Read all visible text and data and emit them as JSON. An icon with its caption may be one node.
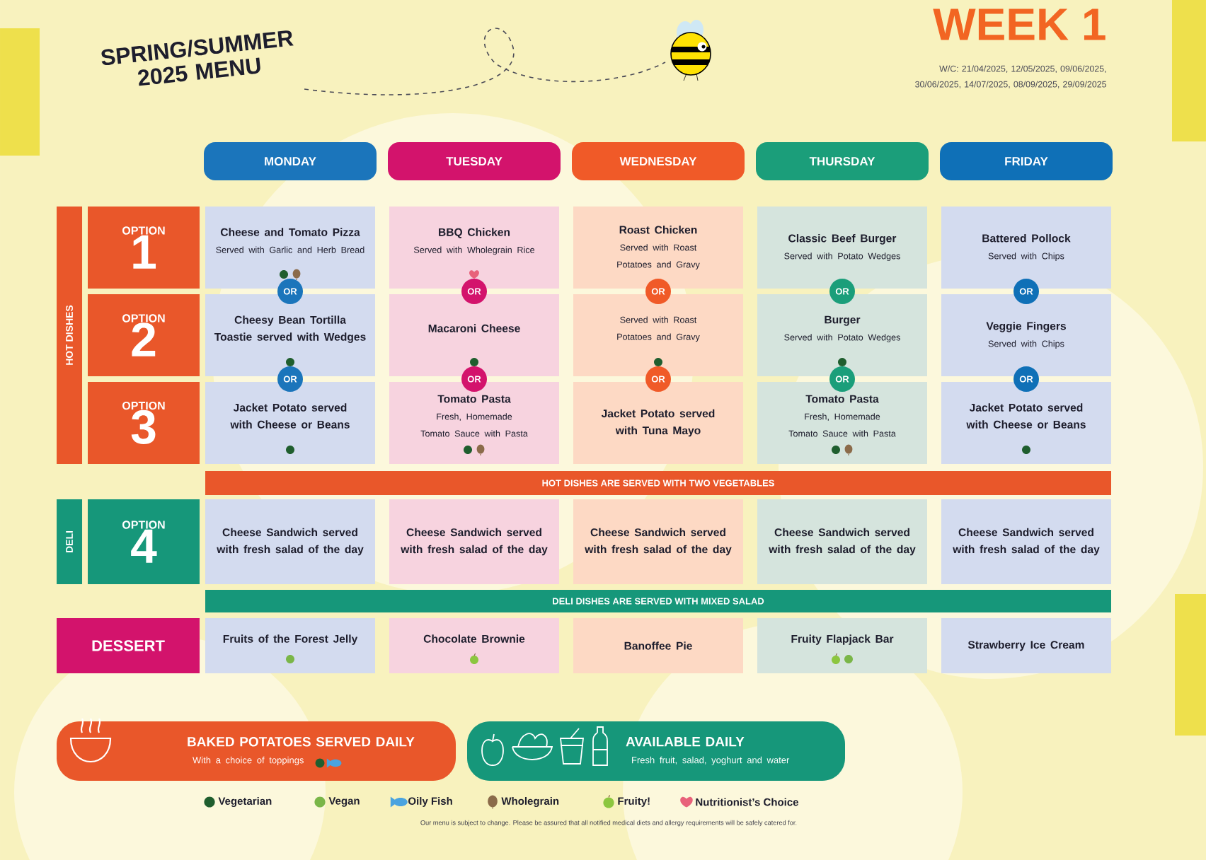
{
  "diagram": {
    "title": "SPRING/SUMMER 2025 MENU",
    "nodes": [
      {
        "text": [
          "MONDAY"
        ]
      },
      {
        "text": [
          "TUESDAY"
        ]
      },
      {
        "text": [
          "WEDNESDAY"
        ]
      },
      {
        "text": [
          "THURSDAY"
        ]
      },
      {
        "text": [
          "FRIDAY"
        ]
      },
      {
        "text": [
          "HOT DISHES"
        ]
      },
      {
        "text": [
          "OPTION",
          "1"
        ]
      },
      {
        "text": [
          "Cheese and Tomato Pizza",
          "Served with Garlic and Herb Bread"
        ]
      },
      {
        "text": [
          "BBQ Chicken",
          "Served with Wholegrain Rice"
        ]
      },
      {
        "text": [
          "Roast Chicken",
          "Served with Roast Potatoes and Gravy"
        ]
      },
      {
        "text": [
          "Classic Beef Burger",
          "Served with Potato Wedges"
        ]
      },
      {
        "text": [
          "Battered Pollock",
          "Served with Chips"
        ]
      },
      {
        "text": [
          "OR"
        ]
      },
      {
        "text": [
          "OR"
        ]
      },
      {
        "text": [
          "OR"
        ]
      },
      {
        "text": [
          "OR"
        ]
      },
      {
        "text": [
          "OR"
        ]
      },
      {
        "text": [
          "OPTION",
          "2"
        ]
      },
      {
        "text": [
          "Cheesy Bean Tortilla Toastie served with Wedges"
        ]
      },
      {
        "text": [
          "Macaroni Cheese"
        ]
      },
      {
        "text": [
          "Served with Roast Potatoes and Gravy"
        ]
      },
      {
        "text": [
          "Burger",
          "Served with Potato Wedges"
        ]
      },
      {
        "text": [
          "Veggie Fingers",
          "Served with Chips"
        ]
      },
      {
        "text": [
          "OR"
        ]
      },
      {
        "text": [
          "OR"
        ]
      },
      {
        "text": [
          "OR"
        ]
      },
      {
        "text": [
          "OR"
        ]
      },
      {
        "text": [
          "OR"
        ]
      },
      {
        "text": [
          "OPTION",
          "3"
        ]
      },
      {
        "text": [
          "Jacket Potato served with Cheese or Beans"
        ]
      },
      {
        "text": [
          "Tomato Pasta",
          "Fresh, Homemade Tomato Sauce with Pasta"
        ]
      },
      {
        "text": [
          "Jacket Potato served with Tuna Mayo"
        ]
      },
      {
        "text": [
          "Tomato Pasta",
          "Fresh, Homemade Tomato Sauce with Pasta"
        ]
      },
      {
        "text": [
          "Jacket Potato served with Cheese or Beans"
        ]
      },
      {
        "text": [
          "HOT DISHES ARE SERVED WITH TWO VEGETABLES"
        ]
      },
      {
        "text": [
          "DELI"
        ]
      },
      {
        "text": [
          "OPTION",
          "4"
        ]
      },
      {
        "text": [
          "Cheese Sandwich served with fresh salad of the day"
        ]
      },
      {
        "text": [
          "Cheese Sandwich served with fresh salad of the day"
        ]
      },
      {
        "text": [
          "Cheese Sandwich served with fresh salad of the day"
        ]
      },
      {
        "text": [
          "Cheese Sandwich served with fresh salad of the day"
        ]
      },
      {
        "text": [
          "Cheese Sandwich served with fresh salad of the day"
        ]
      },
      {
        "text": [
          "DELI DISHES ARE SERVED WITH MIXED SALAD"
        ]
      },
      {
        "text": [
          "DESSERT"
        ]
      },
      {
        "text": [
          "Fruits of the Forest Jelly"
        ]
      },
      {
        "text": [
          "Chocolate Brownie"
        ]
      },
      {
        "text": [
          "Banoffee Pie"
        ]
      },
      {
        "text": [
          "Fruity Flapjack Bar"
        ]
      },
      {
        "text": [
          "Strawberry Ice Cream"
        ]
      },
      {
        "text": [
          "BAKED POTATOES SERVED DAILY",
          "With a choice of toppings"
        ]
      },
      {
        "text": [
          "AVAILABLE DAILY",
          "Fresh fruit, salad, yoghurt and water"
        ]
      }
    ],
    "labels": [
      "WEEK 1",
      "W/C: 21/04/2025, 12/05/2025, 09/06/2025, 30/06/2025, 14/07/2025, 08/09/2025, 29/09/2025",
      "Our menu is subject to change. Please be assured that all notified medical diets and allergy requirements will be safely catered for."
    ],
    "legend": [
      {
        "text": "Vegetarian"
      },
      {
        "text": "Vegan"
      },
      {
        "text": "Oily Fish"
      },
      {
        "text": "Wholegrain"
      },
      {
        "text": "Fruity!"
      },
      {
        "text": "Nutritionist’s Choice"
      }
    ]
  }
}
